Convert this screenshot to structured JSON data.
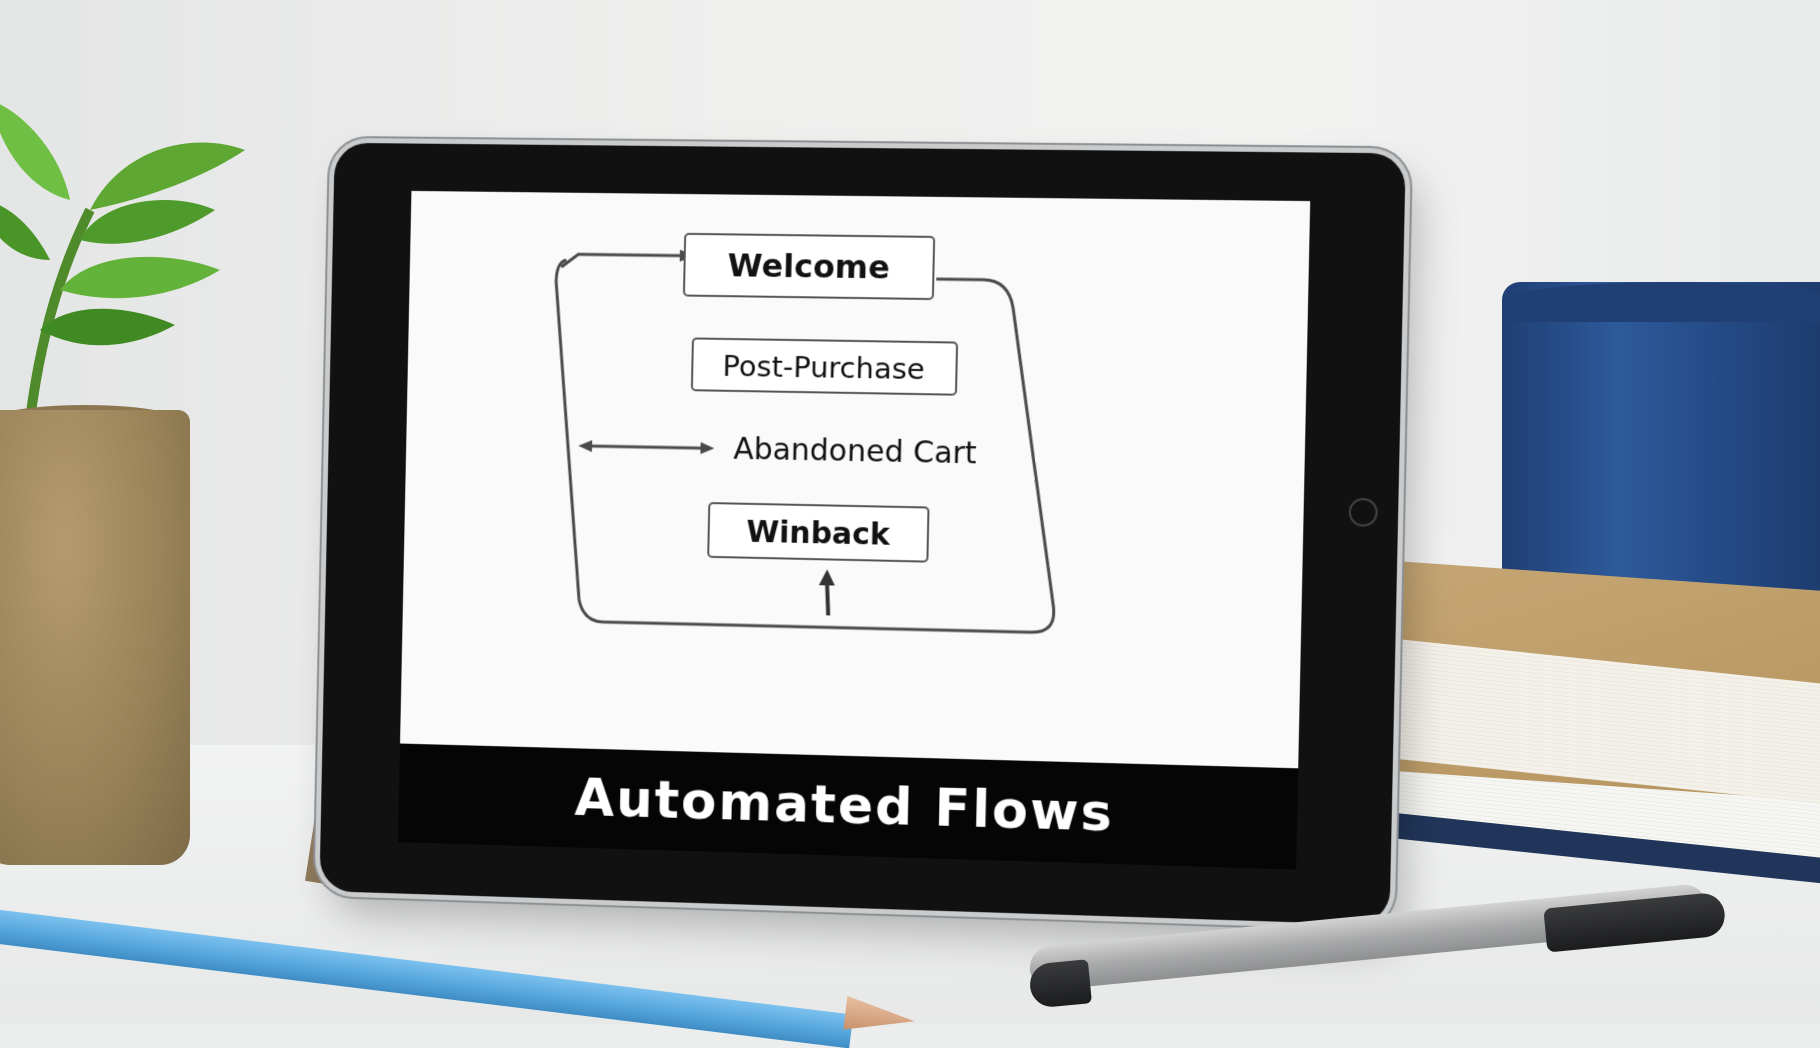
{
  "screen": {
    "flow_nodes": [
      {
        "id": "welcome",
        "label": "Welcome"
      },
      {
        "id": "post_purchase",
        "label": "Post-Purchase"
      },
      {
        "id": "abandoned_cart",
        "label": "Abandoned Cart"
      },
      {
        "id": "winback",
        "label": "Winback"
      }
    ],
    "caption": "Automated Flows"
  },
  "colors": {
    "tablet_bezel": "#111111",
    "screen_bg": "#fafafa",
    "caption_bar": "#050505",
    "mug_blue": "#2d5a9b",
    "pencil_blue": "#56a7de"
  }
}
